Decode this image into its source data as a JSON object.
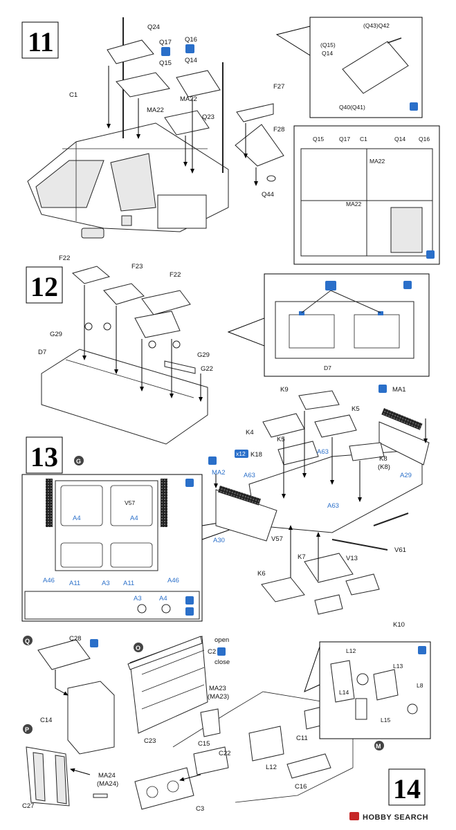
{
  "steps": {
    "s11": "11",
    "s12": "12",
    "s13": "13",
    "s14": "14"
  },
  "step11": {
    "labels": {
      "q24": "Q24",
      "q17": "Q17",
      "q15": "Q15",
      "q16": "Q16",
      "q14": "Q14",
      "c1": "C1",
      "ma22_a": "MA22",
      "ma22_b": "MA22",
      "q23": "Q23",
      "f27": "F27",
      "f28": "F28",
      "q44": "Q44"
    },
    "inset_top": {
      "q43q42": "(Q43)Q42",
      "q15": "(Q15)",
      "q14": "Q14",
      "q40q41": "Q40(Q41)"
    },
    "inset_bottom": {
      "q15": "Q15",
      "q17": "Q17",
      "c1": "C1",
      "q14": "Q14",
      "q16": "Q16",
      "ma22_a": "MA22",
      "ma22_b": "MA22"
    }
  },
  "step12": {
    "labels": {
      "f22_a": "F22",
      "f23": "F23",
      "f22_b": "F22",
      "g29_a": "G29",
      "g29_b": "G29",
      "d7": "D7",
      "g22": "G22"
    },
    "inset": {
      "d7": "D7"
    }
  },
  "step13": {
    "labels": {
      "k9": "K9",
      "k5_a": "K5",
      "k4": "K4",
      "k5_b": "K5",
      "ma1": "MA1",
      "k18": "K18",
      "x12": "x12",
      "a63_a": "A63",
      "a63_b": "A63",
      "a63_c": "A63",
      "ma2": "MA2",
      "k8": "K8",
      "k8b": "(K8)",
      "a29": "A29",
      "a30": "A30",
      "v57": "V57",
      "v13": "V13",
      "v61": "V61",
      "k7": "K7",
      "k6": "K6",
      "k10": "K10"
    },
    "inset": {
      "g": "G",
      "v57": "V57",
      "a4_a": "A4",
      "a4_b": "A4",
      "a46_a": "A46",
      "a46_b": "A46",
      "a11_a": "A11",
      "a11_b": "A11",
      "a3_a": "A3",
      "a3_b": "A3",
      "a4_c": "A4"
    }
  },
  "step14": {
    "labels": {
      "q": "Q",
      "c28": "C28",
      "o": "O",
      "open": "open",
      "c2": "C2",
      "close": "close",
      "c14": "C14",
      "ma23": "MA23",
      "ma23b": "(MA23)",
      "c23": "C23",
      "c15": "C15",
      "c22": "C22",
      "c11": "C11",
      "p": "P",
      "ma24": "MA24",
      "ma24b": "(MA24)",
      "c27": "C27",
      "l12": "L12",
      "c16": "C16",
      "c3": "C3",
      "m": "M"
    },
    "inset": {
      "l12": "L12",
      "l13": "L13",
      "l14": "L14",
      "l8": "L8",
      "l15": "L15"
    }
  },
  "watermark": "HOBBY SEARCH",
  "colors": {
    "accent": "#2a6fc9",
    "ink": "#111111"
  }
}
